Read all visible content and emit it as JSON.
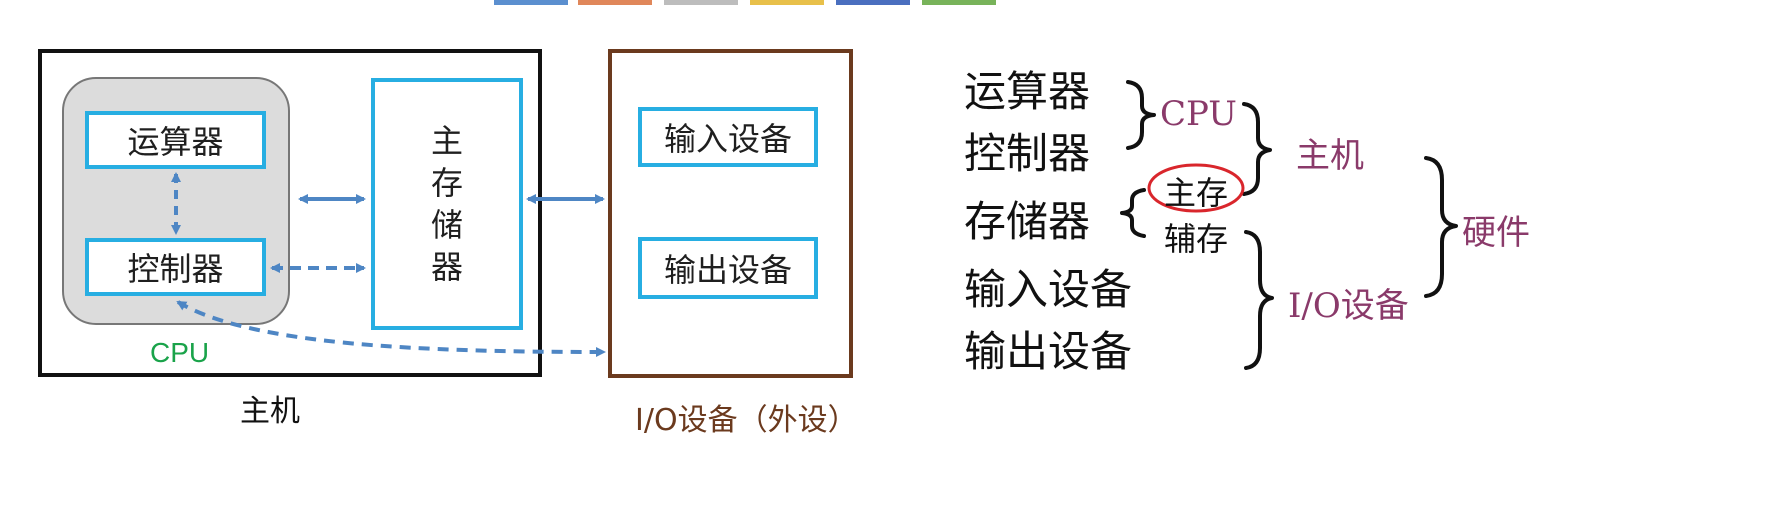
{
  "colors": {
    "host_border": "#111111",
    "io_border": "#6b3a1e",
    "component_border": "#27aee2",
    "cpu_fill": "#dcdcdc",
    "cpu_label": "#1aa34a",
    "arrow": "#4e86c4",
    "category": "#8a3a6a",
    "circle": "#d9262c",
    "io_caption": "#6b3a1e"
  },
  "strip_colors": [
    "#5b8fcf",
    "#e0875a",
    "#bdbdbd",
    "#e8c04a",
    "#4a6fbf",
    "#78b35a"
  ],
  "diagram": {
    "alu": "运算器",
    "control_unit": "控制器",
    "cpu_label": "CPU",
    "main_memory": [
      "主",
      "存",
      "储",
      "器"
    ],
    "host_label": "主机",
    "input_device": "输入设备",
    "output_device": "输出设备",
    "io_label": "I/O设备（外设）"
  },
  "tree": {
    "alu": "运算器",
    "control_unit": "控制器",
    "memory": "存储器",
    "input_device": "输入设备",
    "output_device": "输出设备",
    "cpu_group": "CPU",
    "main_memory": "主存",
    "aux_memory": "辅存",
    "host_group": "主机",
    "io_group": "I/O设备",
    "hardware": "硬件"
  }
}
